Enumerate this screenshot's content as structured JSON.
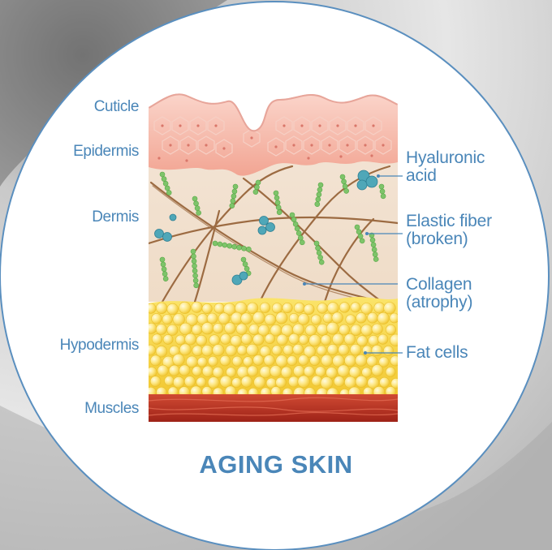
{
  "title": "AGING SKIN",
  "labels_left": {
    "cuticle": "Cuticle",
    "epidermis": "Epidermis",
    "dermis": "Dermis",
    "hypodermis": "Hypodermis",
    "muscles": "Muscles"
  },
  "labels_right": {
    "hyaluronic_1": "Hyaluronic",
    "hyaluronic_2": "acid",
    "elastic_1": "Elastic fiber",
    "elastic_2": "(broken)",
    "collagen_1": "Collagen",
    "collagen_2": "(atrophy)",
    "fat": "Fat cells"
  },
  "colors": {
    "label_blue": "#4a86b8",
    "circle_stroke": "#5a8fbf",
    "epidermis": "#f4b9a8",
    "dermis": "#f3e4d4",
    "fat": "#f7d84a",
    "muscle": "#c0392b",
    "collagen": "#9c6b42",
    "elastic": "#7ec46a",
    "hyaluronic": "#4fa7b8"
  }
}
